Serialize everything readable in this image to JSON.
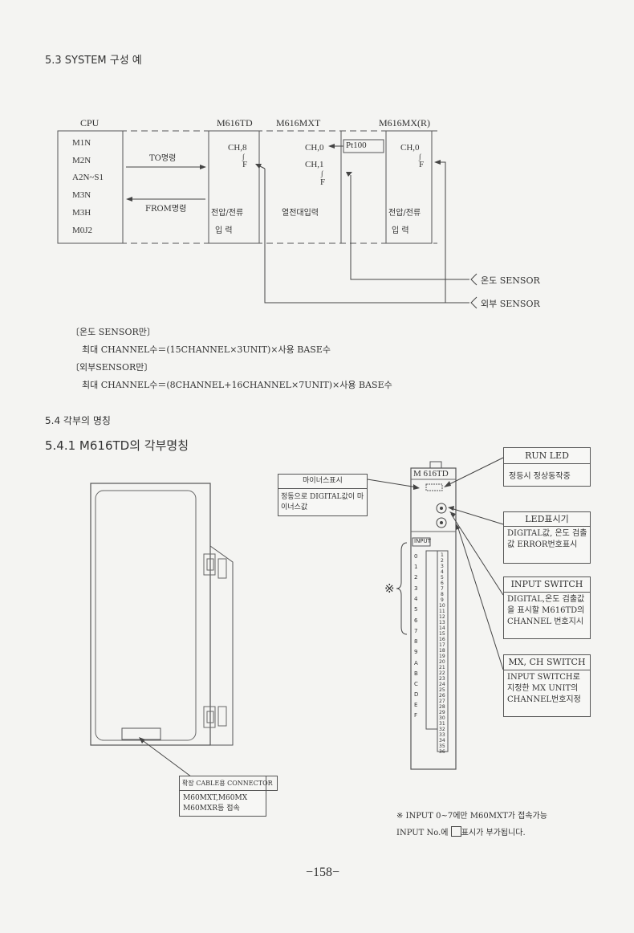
{
  "headings": {
    "section_53": "5.3  SYSTEM 구성 예",
    "section_54": "5.4  각부의 명칭",
    "section_541": "5.4.1 M616TD의 각부명칭"
  },
  "system_diagram": {
    "cpu_label": "CPU",
    "m616td_label": "M616TD",
    "m616mxt_label": "M616MXT",
    "m616mx_label": "M616MX(R)",
    "cpu_models": [
      "M1N",
      "M2N",
      "A2N~S1",
      "M3N",
      "M3H",
      "M0J2"
    ],
    "to_cmd": "TO명령",
    "from_cmd": "FROM명령",
    "td_ch_top": "CH,8",
    "td_tilde": "∫",
    "td_ch_f": "F",
    "td_input_1": "전압/전류",
    "td_input_2": "입    력",
    "mxt_ch0": "CH,0",
    "mxt_ch1": "CH,1",
    "mxt_tilde": "∫",
    "mxt_f": "F",
    "mxt_input": "열전대입력",
    "pt100": "Pt100",
    "mx_ch0": "CH,0",
    "mx_tilde": "∫",
    "mx_f": "F",
    "mx_input_1": "전압/전류",
    "mx_input_2": "입    력",
    "sensor_temp": "온도 SENSOR",
    "sensor_ext": "외부 SENSOR"
  },
  "formulas": {
    "temp_heading": "〔온도 SENSOR만〕",
    "temp_formula": "최대 CHANNEL수＝(15CHANNEL×3UNIT)×사용 BASE수",
    "ext_heading": "〔외부SENSOR만〕",
    "ext_formula": "최대 CHANNEL수＝(8CHANNEL+16CHANNEL×7UNIT)×사용 BASE수"
  },
  "callouts": {
    "minus_title": "마이너스표시",
    "minus_body": "정동으로 DIGITAL값이 마이너스값",
    "run_led_title": "RUN LED",
    "run_led_body": "정등시 정상동작중",
    "led_disp_title": "LED표시기",
    "led_disp_body": "DIGITAL값, 온도 검출값 ERROR번호표시",
    "input_sw_title": "INPUT SWITCH",
    "input_sw_body": "DIGITAL,온도 검출값을 표시할 M616TD의 CHANNEL 번호지시",
    "mx_ch_title": "MX, CH SWITCH",
    "mx_ch_body": "INPUT SWITCH로 지정한 MX UNIT의 CHANNEL번호지정",
    "connector_title": "확장 CABLE용 CONNECTOR",
    "connector_body": "M60MXT,M60MX M60MXR등 접속"
  },
  "module": {
    "model": "M 616TD",
    "input_label": "INPUT",
    "asterisk_mark": "※",
    "terminal_numbers": [
      "1",
      "2",
      "3",
      "4",
      "5",
      "6",
      "7",
      "8",
      "9",
      "10",
      "11",
      "12",
      "13",
      "14",
      "15",
      "16",
      "17",
      "18",
      "19",
      "20",
      "21",
      "22",
      "23",
      "24",
      "25",
      "26",
      "27",
      "28",
      "29",
      "30",
      "31",
      "32",
      "33",
      "34",
      "35",
      "36"
    ],
    "input_markers": [
      "0",
      "1",
      "2",
      "3",
      "4",
      "5",
      "6",
      "7",
      "8",
      "9",
      "A",
      "B",
      "C",
      "D",
      "E",
      "F"
    ]
  },
  "notes": {
    "note_1": "※ INPUT 0~7에만 M60MXT가 접속가능",
    "note_2a": "INPUT No.에 ",
    "note_2b": "표시가 부가됩니다."
  },
  "page_number": "−158−"
}
